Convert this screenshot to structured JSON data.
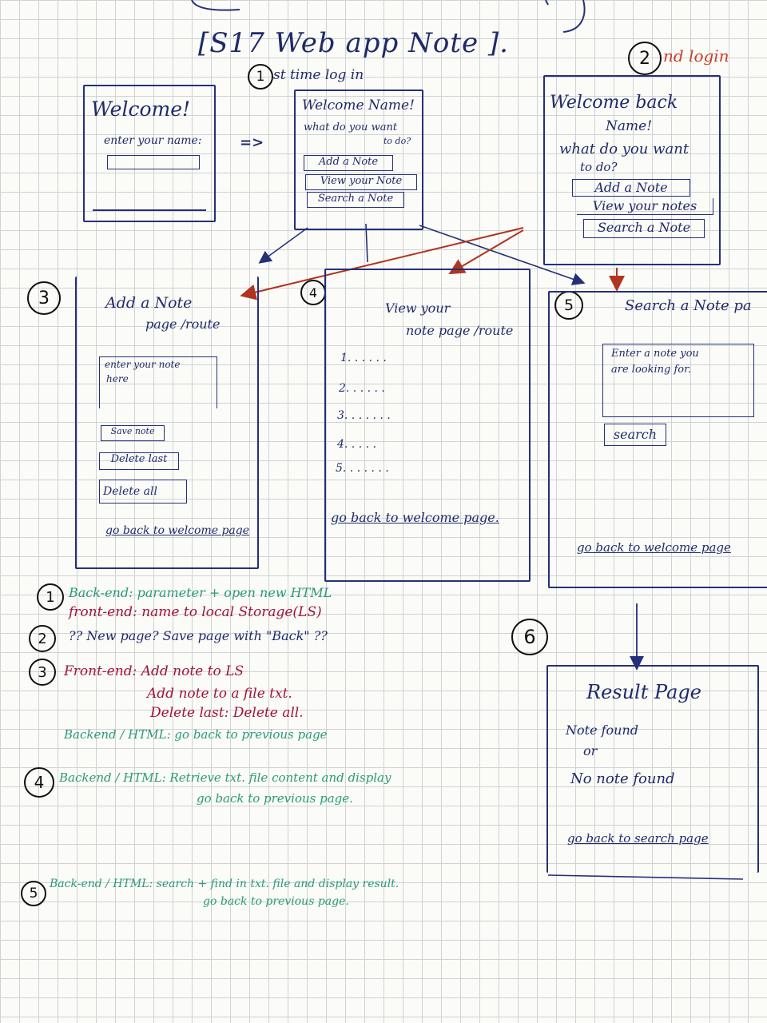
{
  "title": "[S17  Web app Note ].",
  "labels": {
    "first_login_num": "1",
    "first_login": "st time log in",
    "second_login_num": "2",
    "second_login": "nd login"
  },
  "welcome_screen": {
    "heading": "Welcome!",
    "prompt": "enter your name:"
  },
  "first_login_screen": {
    "greeting": "Welcome Name!",
    "question_1": "what do you want",
    "question_2": "to do?",
    "buttons": [
      "Add a Note",
      "View your Note",
      "Search a Note"
    ]
  },
  "second_login_screen": {
    "greeting_1": "Welcome back",
    "greeting_2": "Name!",
    "question_1": "what do you want",
    "question_2": "to do?",
    "buttons": [
      "Add a Note",
      "View your notes",
      "Search a Note"
    ]
  },
  "arrow_symbol": "=>",
  "add_page": {
    "num": "3",
    "title_1": "Add a Note",
    "title_2": "page /route",
    "input_1": "enter your note",
    "input_2": "here",
    "buttons": [
      "Save note",
      "Delete last",
      "Delete all"
    ],
    "back": "go back to welcome page"
  },
  "view_page": {
    "num": "4",
    "title_1": "View your",
    "title_2": "note page /route",
    "items": [
      "1. . . . . .",
      "2. . . . . .",
      "3. . . . . . .",
      "4. . . . .",
      "5. . . . . . ."
    ],
    "back": "go back to welcome page."
  },
  "search_page": {
    "num": "5",
    "title": "Search a Note pa",
    "input_1": "Enter a note you",
    "input_2": "are looking for.",
    "button": "search",
    "back": "go back to welcome page"
  },
  "result_page": {
    "num": "6",
    "title": "Result Page",
    "line_1": "Note found",
    "line_2": "or",
    "line_3": "No note found",
    "back": "go back to search page"
  },
  "notes": {
    "n1": {
      "num": "1",
      "backend": "Back-end: parameter + open new HTML",
      "frontend": "front-end: name to local Storage(LS)"
    },
    "n2": {
      "num": "2",
      "text": "?? New page? Save page with \"Back\" ??"
    },
    "n3": {
      "num": "3",
      "line_1": "Front-end: Add note to LS",
      "line_2": "Add note to a file txt.",
      "line_3": "Delete last: Delete all.",
      "line_4": "Backend / HTML: go back to previous page"
    },
    "n4": {
      "num": "4",
      "line_1": "Backend / HTML: Retrieve txt. file content and display",
      "line_2": "go back to previous page."
    },
    "n5": {
      "num": "5",
      "line_1": "Back-end / HTML: search + find in txt. file and display result.",
      "line_2": "go back to previous page."
    }
  },
  "colors": {
    "ink_blue": "#1f2a6b",
    "ink_green": "#2a9a78",
    "ink_red": "#a0133a",
    "ink_orange": "#c8402a"
  }
}
